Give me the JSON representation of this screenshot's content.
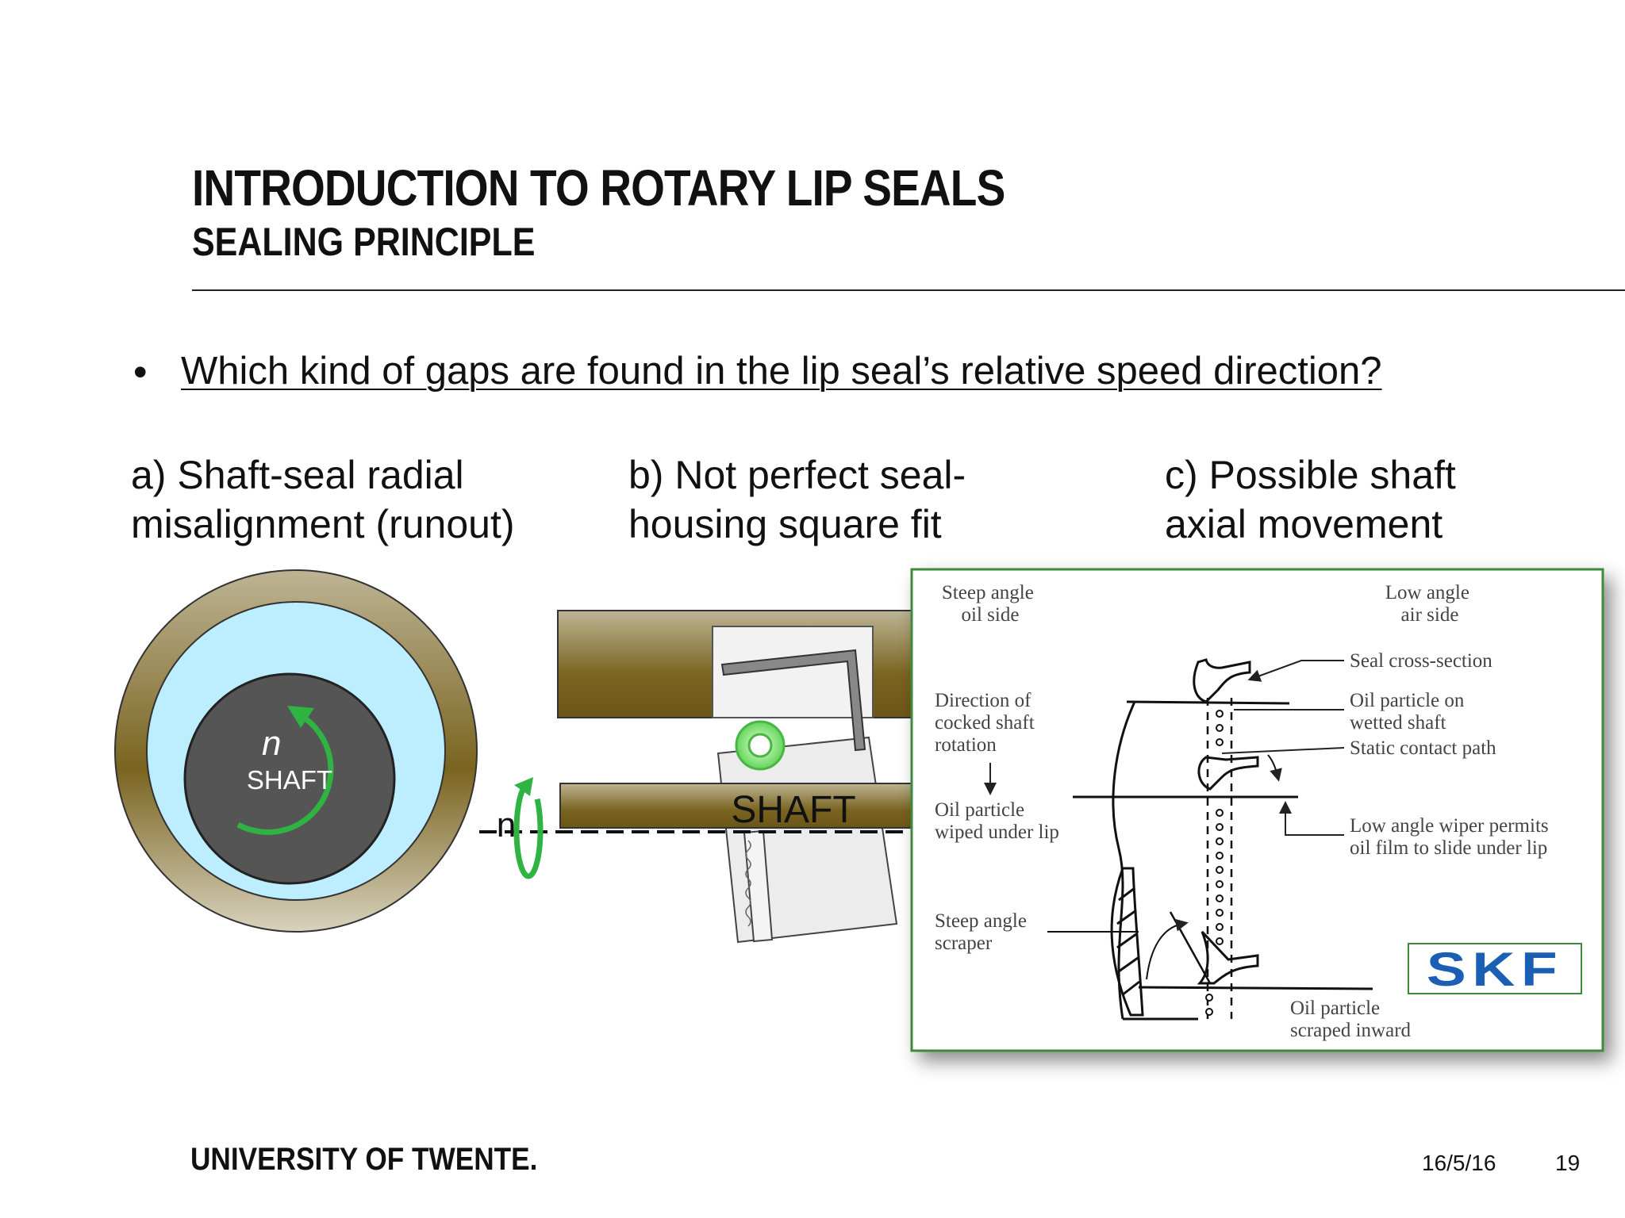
{
  "slide": {
    "title": "INTRODUCTION TO ROTARY LIP SEALS",
    "subtitle": "SEALING PRINCIPLE",
    "bullet": "Which kind of gaps are found in the lip seal’s relative speed direction?",
    "bullet_symbol": "•"
  },
  "captions": {
    "a": "a) Shaft-seal radial\nmisalignment (runout)",
    "b": "b) Not perfect seal-\nhousing square fit",
    "c": "c) Possible shaft\naxial movement"
  },
  "diagram_a": {
    "speed_symbol": "n",
    "shaft_label": "SHAFT"
  },
  "diagram_b": {
    "speed_symbol": "n",
    "shaft_label": "SHAFT"
  },
  "skf_figure": {
    "steep_oil": [
      "Steep angle",
      "oil side"
    ],
    "low_air": [
      "Low angle",
      "air side"
    ],
    "seal_cross": "Seal cross-section",
    "oil_wetted": [
      "Oil particle on",
      "wetted shaft"
    ],
    "static_path": "Static contact path",
    "direction": [
      "Direction of",
      "cocked shaft",
      "rotation"
    ],
    "wiped": [
      "Oil particle",
      "wiped under lip"
    ],
    "low_wiper": [
      "Low angle wiper permits",
      "oil film to slide under lip"
    ],
    "steep_scraper": [
      "Steep angle",
      "scraper"
    ],
    "scraped": [
      "Oil particle",
      "scraped inward"
    ],
    "logo": "SKF"
  },
  "colors": {
    "olive": "#7a6420",
    "light_blue": "#bdeeff",
    "shaft_dark": "#555555",
    "arrow_green": "#2fb342",
    "skf_blue": "#1a5fb4",
    "frame_green": "#3c8b3c"
  },
  "footer": {
    "university": "UNIVERSITY OF TWENTE.",
    "date": "16/5/16",
    "page": "19"
  }
}
